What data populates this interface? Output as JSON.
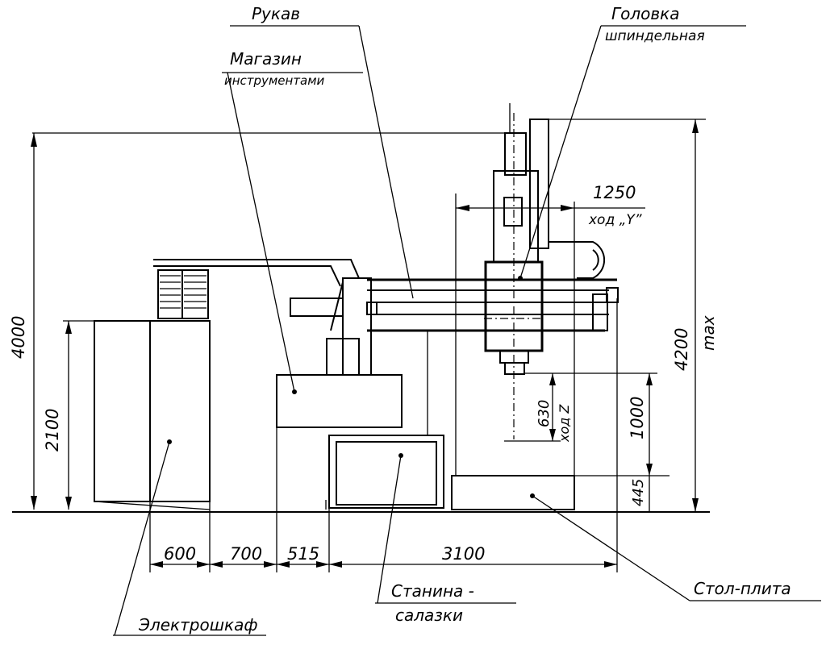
{
  "labels": {
    "arm": "Рукав",
    "spindle_head_1": "Головка",
    "spindle_head_2": "шпиндельная",
    "tool_magazine_1": "Магазин",
    "tool_magazine_2": "инструментами",
    "bed_1": "Станина -",
    "bed_2": "салазки",
    "table": "Стол-плита",
    "cabinet": "Электрошкаф"
  },
  "dimensions": {
    "overall_height": "4000",
    "cabinet_height": "2100",
    "max_height": "4200",
    "max_label": "max",
    "y_travel": "1250",
    "y_travel_label": "ход „Y”",
    "z_travel": "630",
    "z_travel_label": "ход Z",
    "spindle_to_table": "1000",
    "table_height": "445",
    "cabinet_width": "600",
    "gap_1": "700",
    "gap_2": "515",
    "machine_width": "3100"
  }
}
